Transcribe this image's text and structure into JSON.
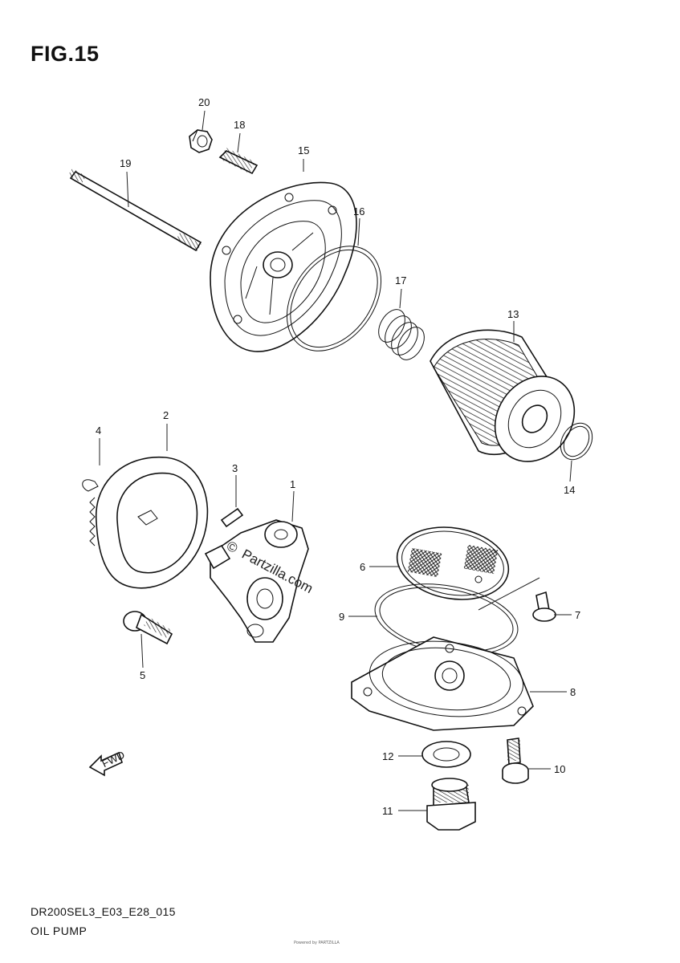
{
  "figure_title": "FIG.15",
  "diagram_code": "DR200SEL3_E03_E28_015",
  "subtitle": "OIL PUMP",
  "fine_print": "Powered by PARTZILLA",
  "watermark": "Partzilla.com",
  "watermark_symbol": "©",
  "fwd_label": "FWD",
  "callouts": {
    "p1": "1",
    "p2": "2",
    "p3": "3",
    "p4": "4",
    "p5": "5",
    "p6": "6",
    "p7": "7",
    "p8": "8",
    "p9": "9",
    "p10": "10",
    "p11": "11",
    "p12": "12",
    "p13": "13",
    "p14": "14",
    "p15": "15",
    "p16": "16",
    "p17": "17",
    "p18": "18",
    "p19": "19",
    "p20": "20"
  }
}
